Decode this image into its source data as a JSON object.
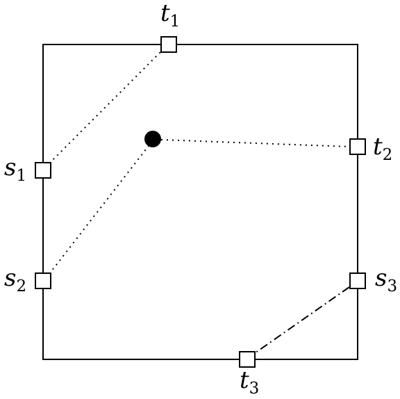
{
  "diagram": {
    "labels": {
      "t1": {
        "letter": "t",
        "index": "1"
      },
      "t2": {
        "letter": "t",
        "index": "2"
      },
      "t3": {
        "letter": "t",
        "index": "3"
      },
      "s1": {
        "letter": "s",
        "index": "1"
      },
      "s2": {
        "letter": "s",
        "index": "2"
      },
      "s3": {
        "letter": "s",
        "index": "3"
      }
    },
    "colors": {
      "stroke": "#000000",
      "fill": "#ffffff",
      "point": "#000000"
    }
  }
}
